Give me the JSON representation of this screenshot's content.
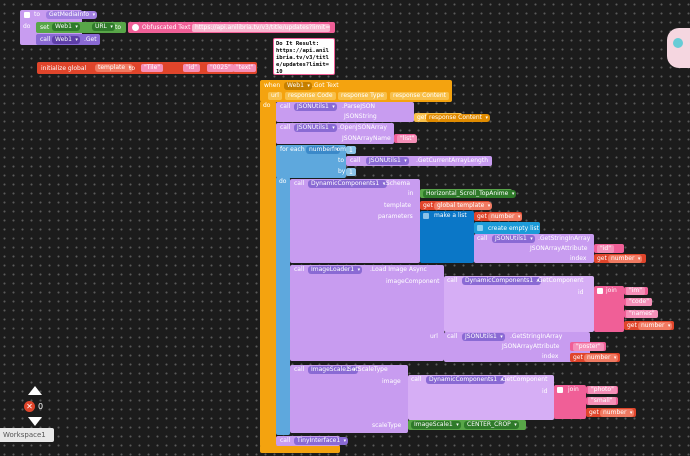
{
  "top_block": {
    "to": "to",
    "proc_name": "GetMediaInfo",
    "do": "do",
    "set": "set",
    "web_component": "Web1",
    "url_prop": "URL",
    "to2": "to",
    "obfuscated_label": "Obfuscated Text",
    "url_value": "https://api.anilibria.tv/v3/title/updates?limit=10",
    "call": "call",
    "get_method": ".Get"
  },
  "do_it_result": {
    "title": "Do It Result:",
    "text": "https://api.anilibria.tv/v3/title/updates?limit=10"
  },
  "global_init": {
    "initialize_global": "initialize global",
    "var_name": "template",
    "to": "to",
    "value1": "\"Tile\"",
    "value2": "\"id\"",
    "value3": "\"0025\"",
    "value4": "\"text\""
  },
  "event": {
    "when": "when",
    "component": "Web1",
    "event_name": ".Got Text",
    "params": [
      "url",
      "response Code",
      "response Type",
      "response Content"
    ],
    "do": "do"
  },
  "parse_json": {
    "call": "call",
    "component": "JSONUtils1",
    "method": ".ParseJSON",
    "param": "JSONString",
    "get": "get",
    "arg": "response Content"
  },
  "open_array": {
    "call": "call",
    "component": "JSONUtils1",
    "method": ".OpenJSONArray",
    "param": "JSONArrayName",
    "arg": "\"list\""
  },
  "for_each": {
    "for_each": "for each",
    "var": "number",
    "from": "from",
    "from_val": "1",
    "to": "to",
    "call": "call",
    "component": "JSONUtils1",
    "method": ".GetCurrentArrayLength",
    "by": "by",
    "by_val": "1",
    "do": "do"
  },
  "schema": {
    "call": "call",
    "component": "DynamicComponents1",
    "method": ".Schema",
    "in_label": "in",
    "in_val": "Horizontal_Scroll_TopAnime",
    "template_label": "template",
    "get": "get",
    "template_val": "global template",
    "parameters_label": "parameters",
    "make_list": "make a list",
    "get_number": "number",
    "create_empty": "create empty list",
    "call2": "call",
    "component2": "JSONUtils1",
    "method2": ".GetStringInArray",
    "array_attr_label": "JSONArrayAttribute",
    "array_attr_val": "\"id\"",
    "index_label": "index",
    "index_val": "number"
  },
  "load_image": {
    "call": "call",
    "component": "ImageLoader1",
    "method": ".Load Image Async",
    "image_component_label": "imageComponent",
    "call2": "call",
    "component2": "DynamicComponents1",
    "method2": ".GetComponent",
    "id_label": "id",
    "join": "join",
    "join_items": [
      "\"im\"",
      "\"code\"",
      "\"names\""
    ],
    "get_number": "number",
    "url_label": "url",
    "call3": "call",
    "component3": "JSONUtils1",
    "method3": ".GetStringInArray",
    "array_attr_label": "JSONArrayAttribute",
    "array_attr_val": "\"poster\"",
    "index_label": "index",
    "index_val": "number"
  },
  "scale_type": {
    "call": "call",
    "component": "ImageScale1",
    "method": ".SetScaleType",
    "image_label": "image",
    "call2": "call",
    "component2": "DynamicComponents1",
    "method2": ".GetComponent",
    "id_label": "id",
    "join": "join",
    "join_items": [
      "\"photo\"",
      "\"small\""
    ],
    "get_number": "number",
    "scaletype_label": "scaleType",
    "scale_component": "ImageScale1",
    "scale_value": "CENTER_CROP"
  },
  "bottom_call": {
    "call": "call",
    "component": "TinyInterface1"
  },
  "workspace": {
    "warning_count": "0",
    "tab_label": "Workspace1"
  },
  "colors": {
    "procedure": "#8a6ad4",
    "event": "#f4a30f",
    "text": "#f05f97",
    "variable": "#e0452b",
    "list": "#0b77c7",
    "math": "#58a648"
  }
}
